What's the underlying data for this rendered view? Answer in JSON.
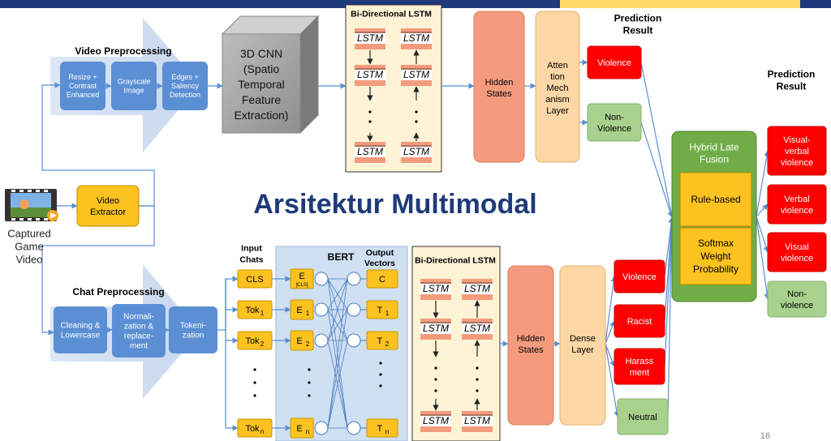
{
  "title": "Arsitektur Multimodal",
  "page_number": "16",
  "input": {
    "label_lines": [
      "Captured",
      "Game",
      "Video"
    ],
    "icon": "video-film-icon"
  },
  "video_extractor": [
    "Video",
    "Extractor"
  ],
  "video_preprocessing": {
    "title": "Video Preprocessing",
    "steps": [
      [
        "Resize +",
        "Contrast",
        "Enhanced"
      ],
      [
        "Grayscale",
        "Image"
      ],
      [
        "Edges +",
        "Saliency",
        "Detection"
      ]
    ]
  },
  "cnn": [
    "3D CNN",
    "(Spatio",
    "Temporal",
    "Feature",
    "Extraction)"
  ],
  "video_bilstm": {
    "title": "Bi-Directional LSTM",
    "cell": "LSTM"
  },
  "video_hidden": [
    "Hidden",
    "States"
  ],
  "attention": [
    "Atten",
    "tion",
    "Mech",
    "anism",
    "Layer"
  ],
  "video_prediction": {
    "title": [
      "Prediction",
      "Result"
    ],
    "violence": "Violence",
    "non_violence": [
      "Non-",
      "Violence"
    ]
  },
  "chat_preprocessing": {
    "title": "Chat Preprocessing",
    "steps": [
      [
        "Cleaning &",
        "Lowercase"
      ],
      [
        "Normali-",
        "zation &",
        "replace-",
        "ment"
      ],
      [
        "Tokeni-",
        "zation"
      ]
    ]
  },
  "input_chats": {
    "title": [
      "Input",
      "Chats"
    ],
    "tokens": [
      "CLS",
      "Tok",
      "Tok",
      "Tok"
    ],
    "subscripts": [
      "",
      "1",
      "2",
      "n"
    ]
  },
  "bert": {
    "title": "BERT",
    "embeddings": [
      "E",
      "E",
      "E",
      "E"
    ],
    "emb_subscripts": [
      "[CLS]",
      "1",
      "2",
      "n"
    ],
    "output_title": [
      "Output",
      "Vectors"
    ],
    "outputs": [
      "C",
      "T",
      "T",
      "T"
    ],
    "out_subscripts": [
      "",
      "1",
      "2",
      "n"
    ]
  },
  "chat_bilstm": {
    "title": "Bi-Directional LSTM",
    "cell": "LSTM"
  },
  "chat_hidden": [
    "Hidden",
    "States"
  ],
  "dense": [
    "Dense",
    "Layer"
  ],
  "chat_prediction": {
    "violence": "Violence",
    "racist": "Racist",
    "harassment": [
      "Harass",
      "ment"
    ],
    "neutral": "Neutral"
  },
  "fusion": {
    "title": [
      "Hybrid Late",
      "Fusion"
    ],
    "rule": "Rule-based",
    "softmax": [
      "Softmax",
      "Weight",
      "Probability"
    ]
  },
  "final_prediction": {
    "title": [
      "Prediction",
      "Result"
    ],
    "visual_verbal": [
      "Visual-",
      "verbal",
      "violence"
    ],
    "verbal": [
      "Verbal",
      "violence"
    ],
    "visual": [
      "Visual",
      "violence"
    ],
    "non_violence": [
      "Non-",
      "violence"
    ]
  },
  "colors": {
    "blue": "#5b8fd4",
    "arrow_blue": "#5b8fd4",
    "light_blue_bg": "#cfe0f3",
    "yellow": "#fcc21f",
    "peach": "#fbd7a5",
    "salmon": "#f59b7d",
    "red": "#ff0000",
    "green_light": "#a9d18e",
    "green_dark": "#70ad47",
    "title_blue": "#1f3a7a",
    "cream": "#fff3d6"
  }
}
